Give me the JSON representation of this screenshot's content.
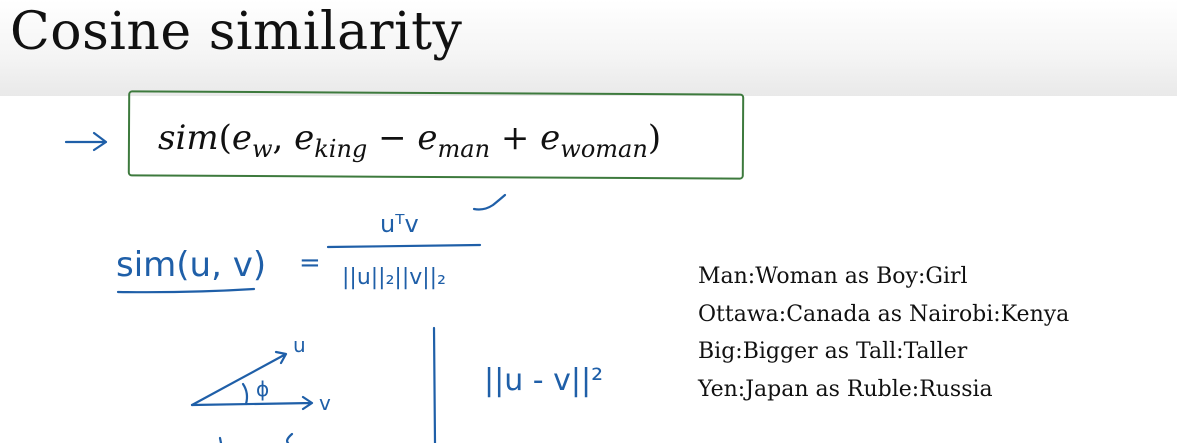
{
  "slide": {
    "title": "Cosine similarity"
  },
  "formula": {
    "fn": "sim",
    "open": "(",
    "e1": "e",
    "e1_sub": "w",
    "comma": ", ",
    "e2": "e",
    "e2_sub": "king",
    "minus": " − ",
    "e3": "e",
    "e3_sub": "man",
    "plus": " + ",
    "e4": "e",
    "e4_sub": "woman",
    "close": ")"
  },
  "handwriting": {
    "sim_def": "sim(u, v)",
    "equals": "=",
    "numerator": "uᵀv",
    "denominator": "||u||₂||v||₂",
    "vector_u": "u",
    "vector_v": "v",
    "angle": "ϕ",
    "distance": "||u - v||²",
    "ink_color": "#1f5fa8",
    "box_color": "#3d7a3d"
  },
  "analogies": [
    "Man:Woman as Boy:Girl",
    "Ottawa:Canada as Nairobi:Kenya",
    "Big:Bigger as Tall:Taller",
    "Yen:Japan as Ruble:Russia"
  ]
}
